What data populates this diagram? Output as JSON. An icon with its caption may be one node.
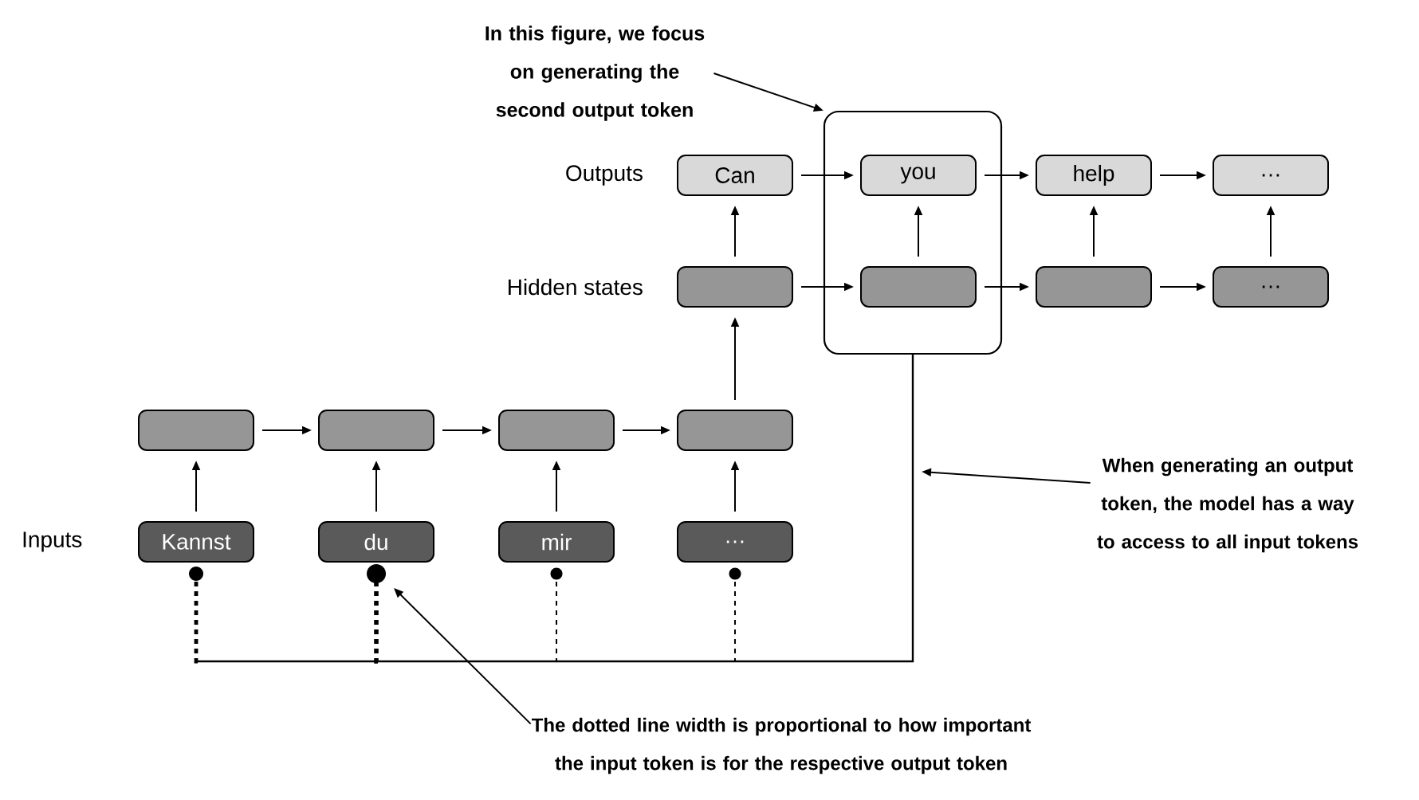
{
  "diagram": {
    "nodes": [
      {
        "text": [],
        "shape": "box"
      },
      {
        "text": [
          "Can"
        ]
      },
      {
        "text": [
          "you"
        ],
        "in": 0
      },
      {
        "text": [
          "help"
        ]
      },
      {
        "text": [
          "…"
        ]
      },
      {
        "text": [],
        "shape": "box"
      },
      {
        "text": [],
        "shape": "box",
        "in": 0
      },
      {
        "text": [],
        "shape": "box"
      },
      {
        "text": [
          "…"
        ]
      },
      {
        "text": [],
        "shape": "box"
      },
      {
        "text": [],
        "shape": "box"
      },
      {
        "text": [],
        "shape": "box"
      },
      {
        "text": [],
        "shape": "box"
      },
      {
        "text": [
          "Kannst"
        ]
      },
      {
        "text": [
          "du"
        ]
      },
      {
        "text": [
          "mir"
        ]
      },
      {
        "text": [
          "…"
        ]
      },
      {
        "text": [
          "In this figure, we focus on generating the second output token"
        ]
      },
      {
        "text": [
          "When generating an output token, the model has a way to access to all input tokens"
        ]
      },
      {
        "text": [
          "The dotted line width is proportional to how important the input token is for the respective output token"
        ]
      }
    ],
    "edges": [
      {
        "from": 1,
        "to": 2,
        "arrow": "to"
      },
      {
        "from": 2,
        "to": 3,
        "arrow": "to"
      },
      {
        "from": 3,
        "to": 4,
        "arrow": "to"
      },
      {
        "from": 5,
        "to": 6,
        "arrow": "to"
      },
      {
        "from": 6,
        "to": 7,
        "arrow": "to"
      },
      {
        "from": 7,
        "to": 8,
        "arrow": "to"
      },
      {
        "from": 5,
        "to": 1,
        "arrow": "to"
      },
      {
        "from": 6,
        "to": 2,
        "arrow": "to"
      },
      {
        "from": 7,
        "to": 3,
        "arrow": "to"
      },
      {
        "from": 8,
        "to": 4,
        "arrow": "to"
      },
      {
        "from": 9,
        "to": 10,
        "arrow": "to"
      },
      {
        "from": 10,
        "to": 11,
        "arrow": "to"
      },
      {
        "from": 11,
        "to": 12,
        "arrow": "to"
      },
      {
        "from": 13,
        "to": 9,
        "arrow": "to"
      },
      {
        "from": 14,
        "to": 10,
        "arrow": "to"
      },
      {
        "from": 15,
        "to": 11,
        "arrow": "to"
      },
      {
        "from": 16,
        "to": 12,
        "arrow": "to"
      },
      {
        "from": 12,
        "to": 5,
        "arrow": "to"
      },
      {
        "from": 13,
        "to": 0,
        "arrow": "other",
        "style": "dashed"
      },
      {
        "from": 14,
        "to": 0,
        "arrow": "other",
        "style": "dashed"
      },
      {
        "from": 15,
        "to": 0,
        "arrow": "other",
        "style": "dashed"
      },
      {
        "from": 16,
        "to": 0,
        "arrow": "other",
        "style": "dashed"
      },
      {
        "from": 17,
        "to": 0,
        "arrow": "to"
      },
      {
        "from": 18,
        "to": null,
        "arrow": "to"
      },
      {
        "from": 19,
        "to": null,
        "arrow": "to"
      }
    ],
    "labels": [
      "Outputs",
      "Hidden states",
      "Inputs"
    ]
  }
}
